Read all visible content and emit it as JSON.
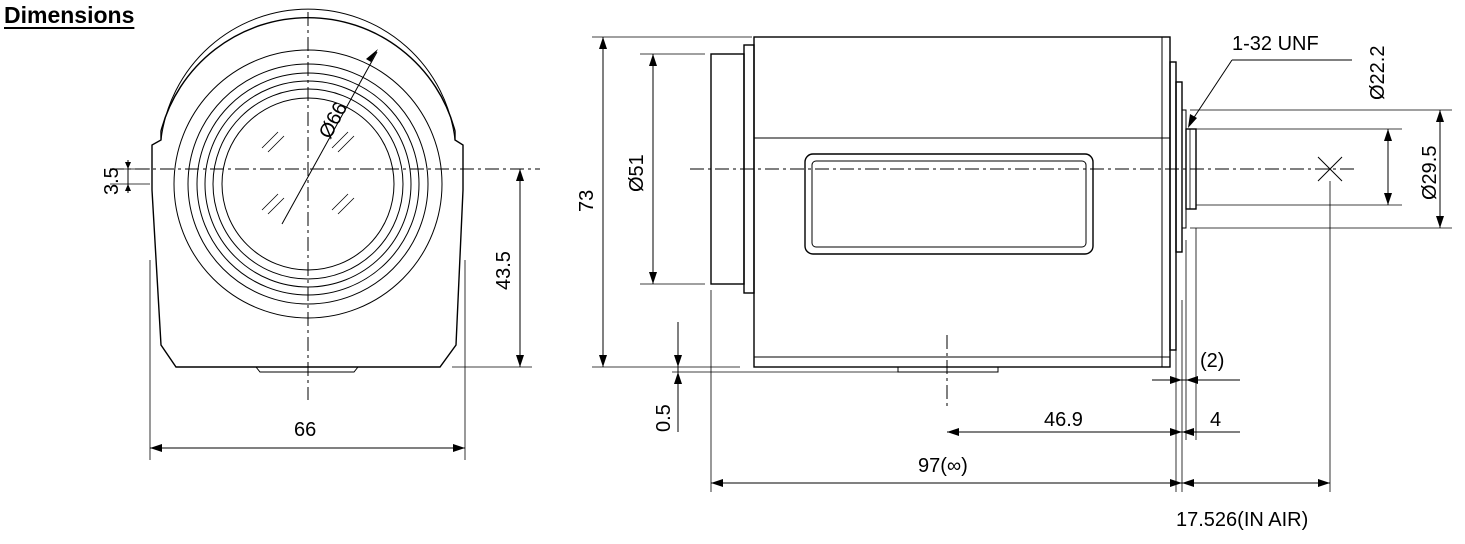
{
  "title": "Dimensions",
  "front_view": {
    "diameter_label": "Ø66",
    "width_label": "66",
    "offset_label": "3.5",
    "height_label": "43.5"
  },
  "side_view": {
    "height_label": "73",
    "lens_diameter_label": "Ø51",
    "thread_label": "1-32 UNF",
    "mount_diameter_label": "Ø22.2",
    "inner_diameter_label": "Ø29.5",
    "flange_gap_label": "(2)",
    "flange_label": "4",
    "bottom_offset_label": "0.5",
    "mount_distance_label": "46.9",
    "length_label": "97(∞)",
    "back_focus_label": "17.526(IN AIR)"
  }
}
